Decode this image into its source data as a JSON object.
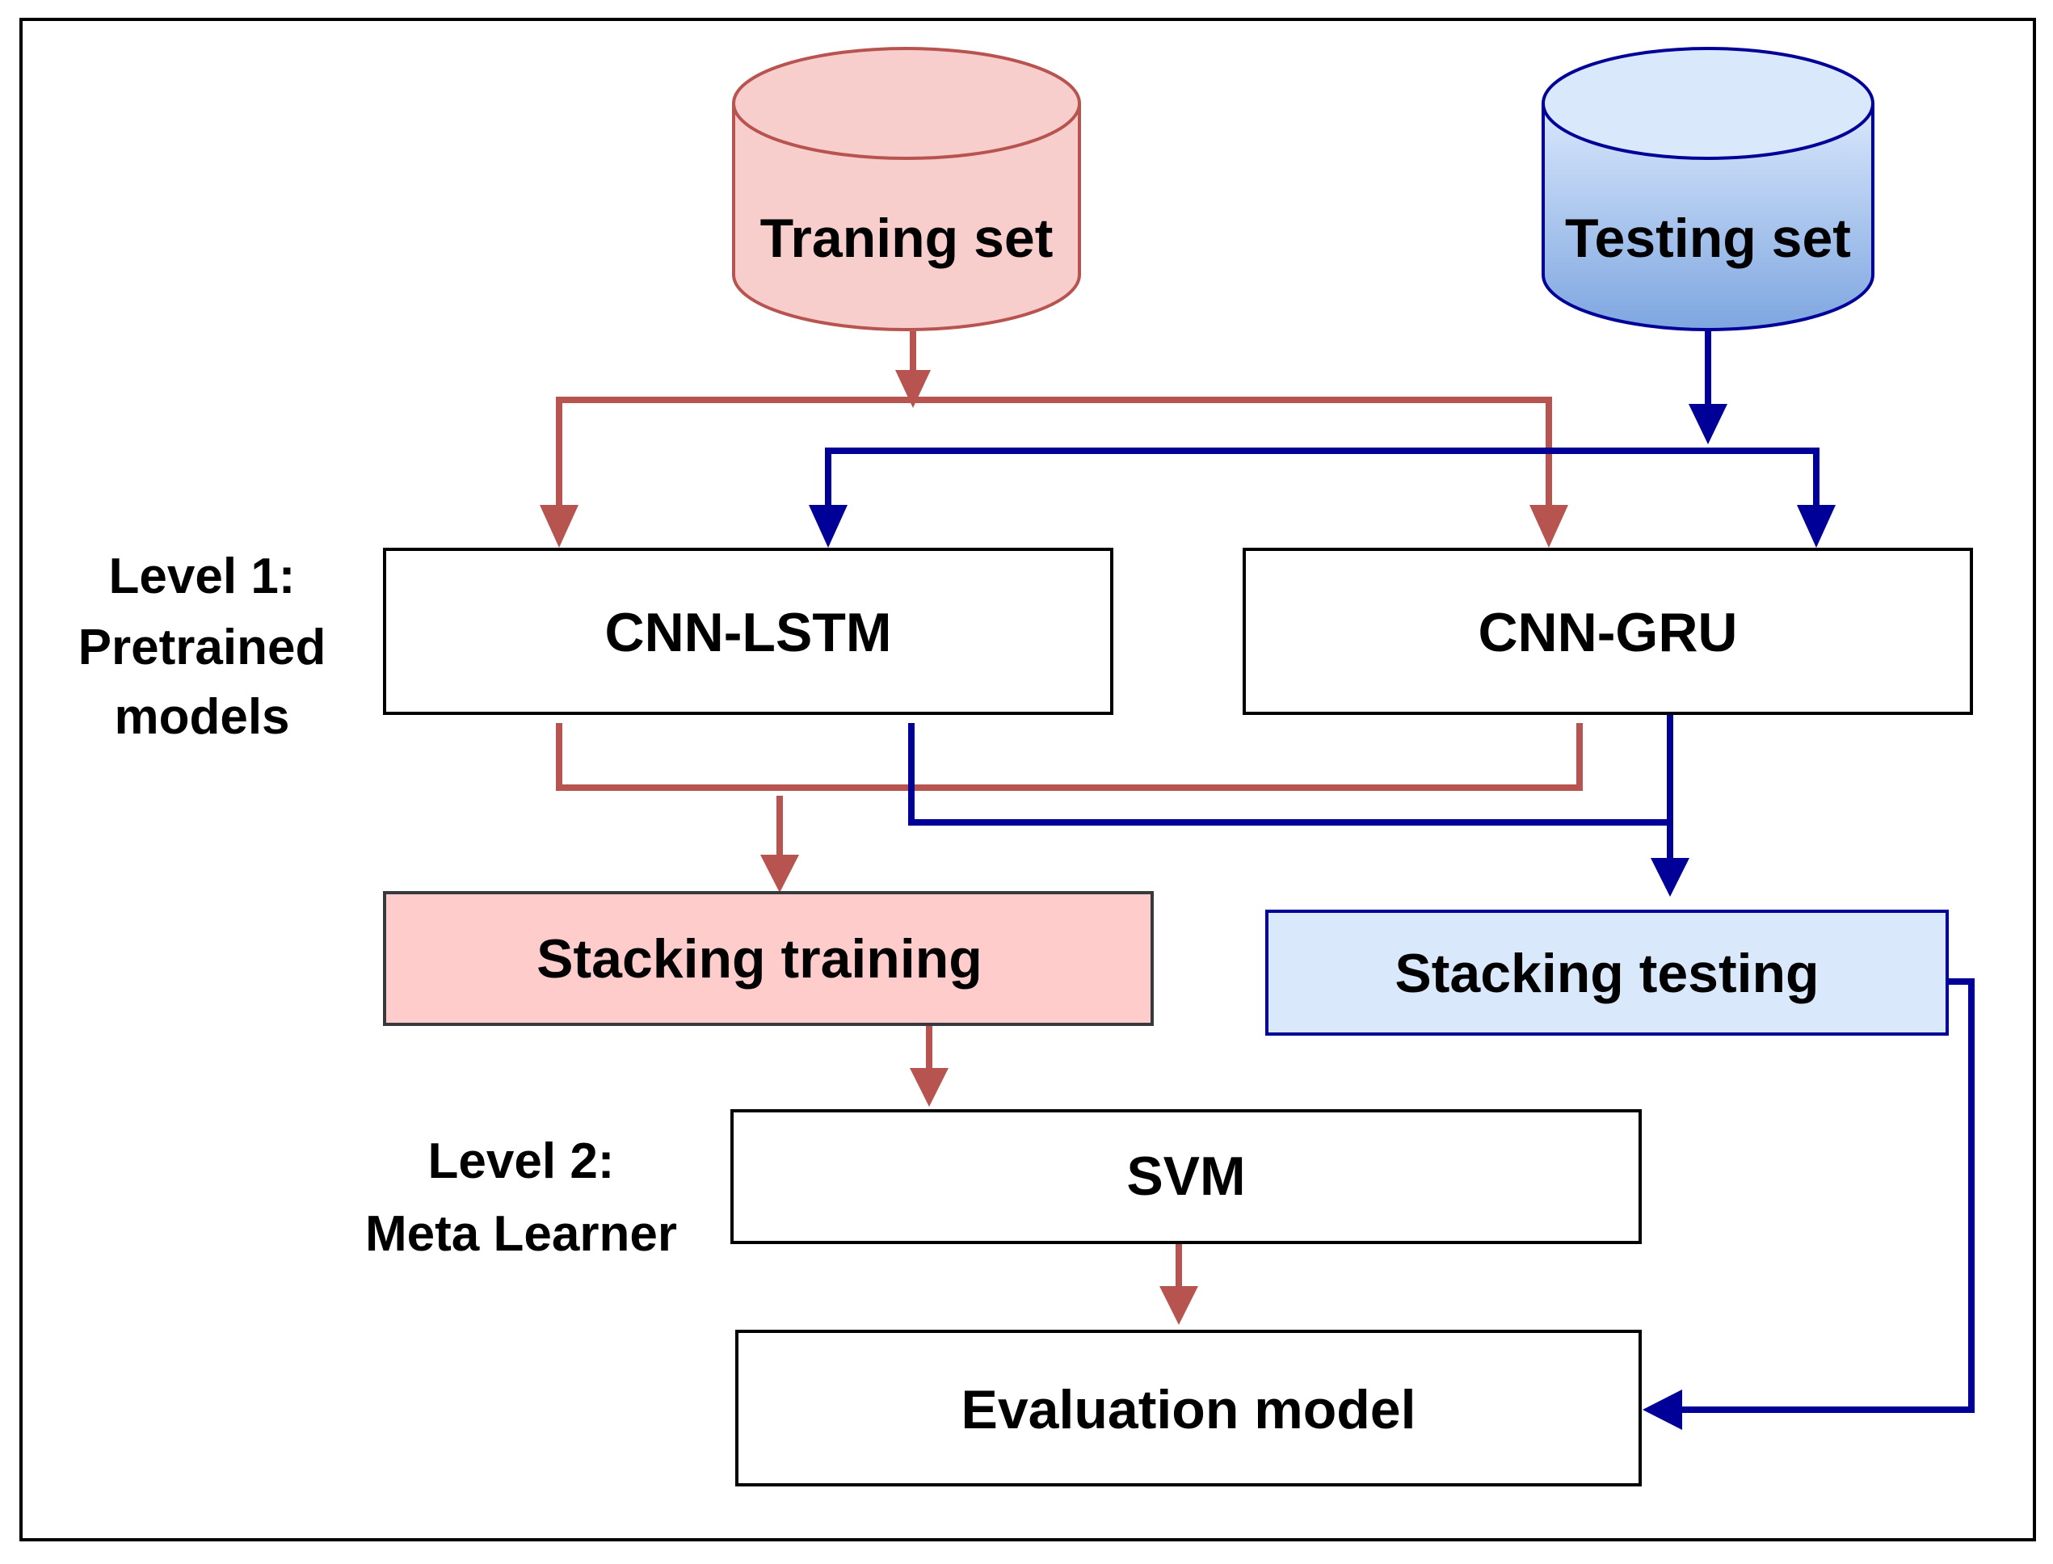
{
  "colors": {
    "red_line": "#b85450",
    "blue_line": "#000099",
    "red_fill": "#f8cecc",
    "blue_fill": "#dae8fc",
    "box_stroke": "#000000",
    "background": "#ffffff"
  },
  "diagram": {
    "training_set": "Traning set",
    "testing_set": "Testing set",
    "level1_line1": "Level 1:",
    "level1_line2": "Pretrained",
    "level1_line3": "models",
    "cnn_lstm": "CNN-LSTM",
    "cnn_gru": "CNN-GRU",
    "stacking_training": "Stacking training",
    "stacking_testing": "Stacking testing",
    "level2_line1": "Level 2:",
    "level2_line2": "Meta Learner",
    "svm": "SVM",
    "evaluation_model": "Evaluation model"
  }
}
